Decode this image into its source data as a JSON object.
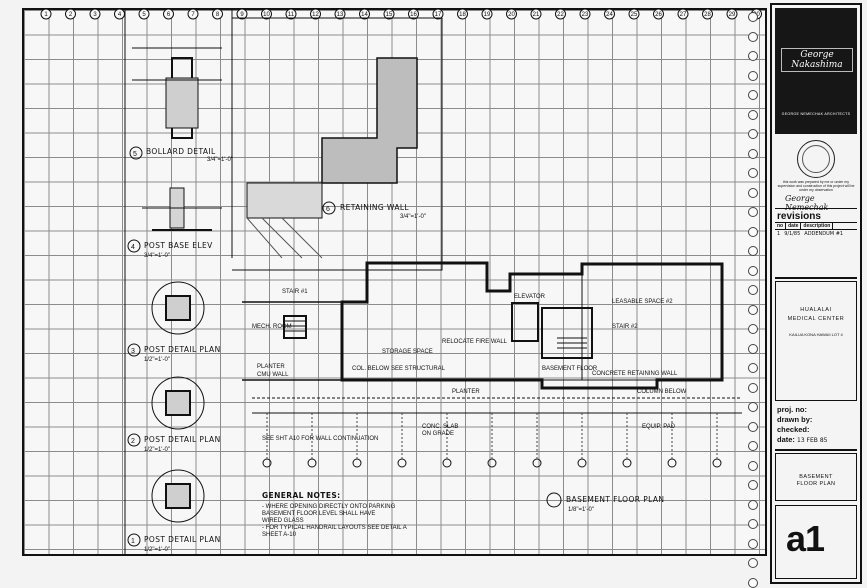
{
  "title_block": {
    "logo_signature": "George Nakashima",
    "firm_name": "GEORGE NEMECHAK ARCHITECTS",
    "stamp_note": "this work was prepared by me or under my supervision and construction of this project will be under my observation",
    "signature": "George Nemechak",
    "revisions_title": "revisions",
    "rev_headers": [
      "no",
      "date",
      "description"
    ],
    "rev_row": {
      "no": "1",
      "date": "9/1/85",
      "description": "ADDENDUM #1"
    },
    "project_name_line1": "HUALALAI",
    "project_name_line2": "MEDICAL CENTER",
    "project_location": "KAILUA  KONA  HAWAII  LOT 4",
    "proj_no_label": "proj. no:",
    "drawn_by_label": "drawn by:",
    "checked_label": "checked:",
    "date_label": "date:",
    "date_value": "13 FEB 85",
    "sheet_title_line1": "BASEMENT",
    "sheet_title_line2": "FLOOR PLAN",
    "sheet_number": "a1"
  },
  "drawing": {
    "grid_columns": [
      "1",
      "2",
      "3",
      "4",
      "5",
      "6",
      "7",
      "8",
      "9",
      "10",
      "11",
      "12",
      "13",
      "14",
      "15",
      "16",
      "17",
      "18",
      "19",
      "20",
      "21",
      "22",
      "23",
      "24",
      "25",
      "26",
      "27",
      "28",
      "29",
      "30"
    ],
    "details": [
      {
        "num": "5",
        "title": "BOLLARD DETAIL",
        "scale": "3/4\"=1'-0\""
      },
      {
        "num": "4",
        "title": "POST BASE ELEV",
        "scale": "3/4\"=1'-0\""
      },
      {
        "num": "3",
        "title": "POST DETAIL PLAN",
        "scale": "1/2\"=1'-0\""
      },
      {
        "num": "2",
        "title": "POST DETAIL PLAN",
        "scale": "1/2\"=1'-0\""
      },
      {
        "num": "1",
        "title": "POST DETAIL PLAN",
        "scale": "1/2\"=1'-0\""
      }
    ],
    "retaining_wall": {
      "num": "6",
      "title": "RETAINING WALL",
      "scale": "3/4\"=1'-0\""
    },
    "plan_title": "BASEMENT FLOOR PLAN",
    "plan_scale": "1/8\"=1'-0\"",
    "general_notes_title": "GENERAL NOTES:",
    "general_notes": [
      "- WHERE OPENING DIRECTLY ONTO PARKING",
      "  BASEMENT FLOOR LEVEL SHALL HAVE",
      "  WIRED GLASS",
      "- FOR TYPICAL HANDRAIL LAYOUTS SEE DETAIL A",
      "  SHEET A-10"
    ],
    "room_labels": [
      "STAIR #1",
      "MECH. ROOM",
      "STORAGE SPACE",
      "RELOCATE FIRE WALL",
      "ELEVATOR",
      "STAIR #2",
      "LEASABLE SPACE #2",
      "PLANTER",
      "CMU WALL",
      "COL. BELOW SEE STRUCTURAL",
      "CONCRETE RETAINING WALL",
      "BASEMENT FLOOR",
      "PLANTER",
      "COLUMN BELOW"
    ],
    "callouts": [
      "SEE SHT A10 FOR WALL CONTINUATION",
      "CONC. SLAB",
      "ON GRADE",
      "EQUIP. PAD"
    ]
  }
}
